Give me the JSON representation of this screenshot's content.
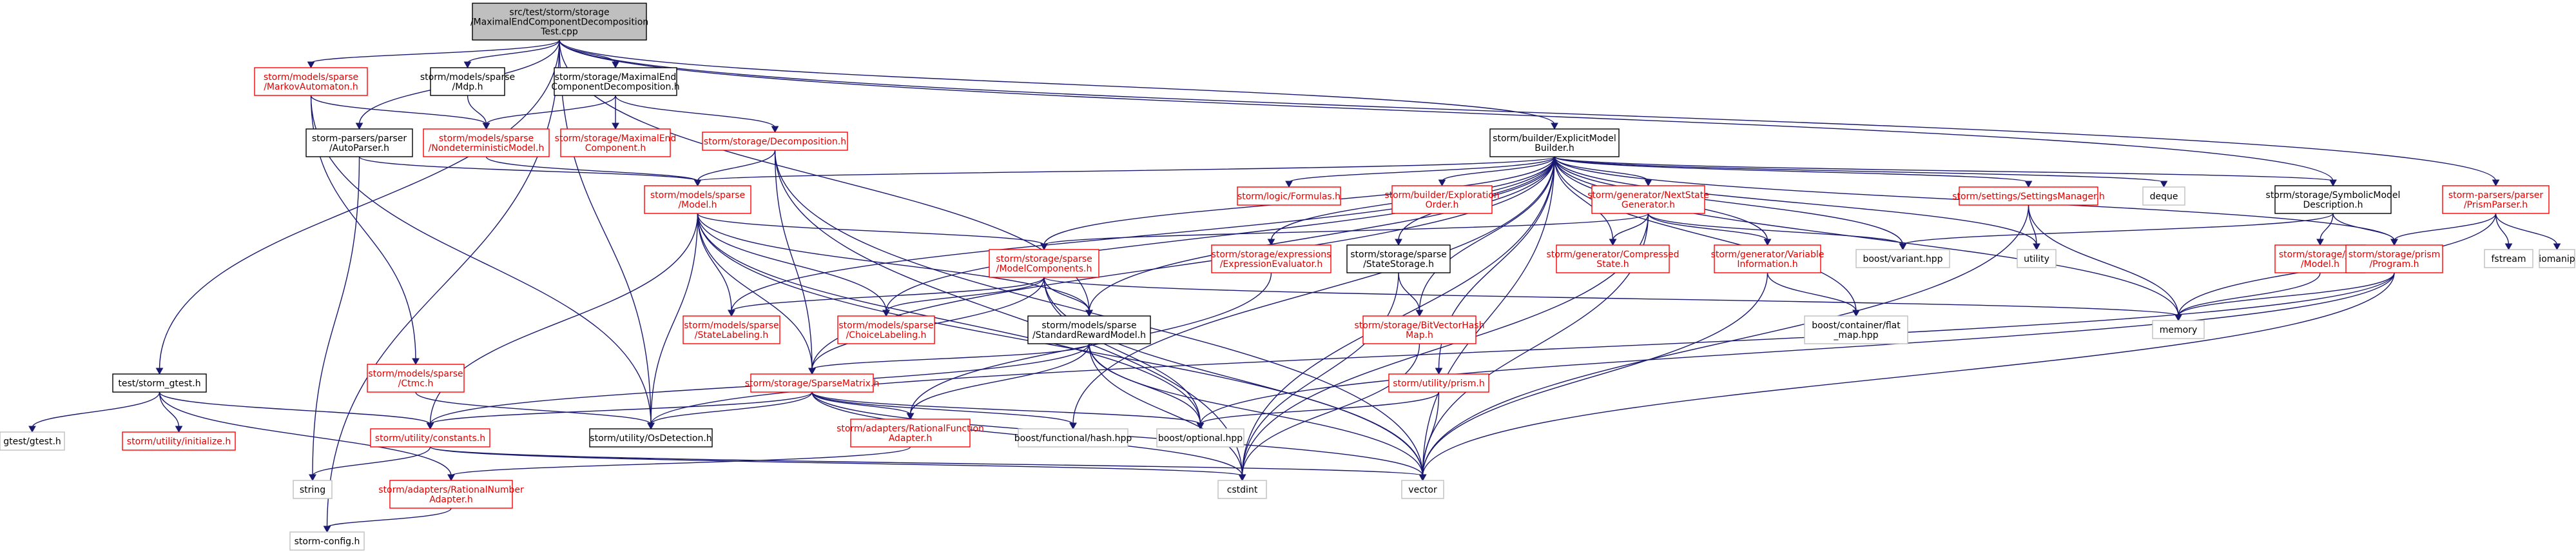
{
  "graph": {
    "nodes": [
      {
        "id": "root",
        "kind": "root",
        "lines": [
          "src/test/storm/storage",
          "/MaximalEndComponentDecomposition",
          "Test.cpp"
        ]
      },
      {
        "id": "markov",
        "kind": "partial",
        "lines": [
          "storm/models/sparse",
          "/MarkovAutomaton.h"
        ]
      },
      {
        "id": "mdp",
        "kind": "normal",
        "lines": [
          "storm/models/sparse",
          "/Mdp.h"
        ]
      },
      {
        "id": "mecdec",
        "kind": "normal",
        "lines": [
          "storm/storage/MaximalEnd",
          "ComponentDecomposition.h"
        ]
      },
      {
        "id": "autoparser",
        "kind": "normal",
        "lines": [
          "storm-parsers/parser",
          "/AutoParser.h"
        ]
      },
      {
        "id": "nondet",
        "kind": "partial",
        "lines": [
          "storm/models/sparse",
          "/NondeterministicModel.h"
        ]
      },
      {
        "id": "mecomp",
        "kind": "partial",
        "lines": [
          "storm/storage/MaximalEnd",
          "Component.h"
        ]
      },
      {
        "id": "decomp",
        "kind": "partial",
        "lines": [
          "storm/storage/Decomposition.h"
        ]
      },
      {
        "id": "model",
        "kind": "partial",
        "lines": [
          "storm/models/sparse",
          "/Model.h"
        ]
      },
      {
        "id": "builder",
        "kind": "normal",
        "lines": [
          "storm/builder/ExplicitModel",
          "Builder.h"
        ]
      },
      {
        "id": "formulas",
        "kind": "partial",
        "lines": [
          "storm/logic/Formulas.h"
        ]
      },
      {
        "id": "exporder",
        "kind": "partial",
        "lines": [
          "storm/builder/Exploration",
          "Order.h"
        ]
      },
      {
        "id": "nextstate",
        "kind": "partial",
        "lines": [
          "storm/generator/NextState",
          "Generator.h"
        ]
      },
      {
        "id": "settingsmgr",
        "kind": "partial",
        "lines": [
          "storm/settings/SettingsManager.h"
        ]
      },
      {
        "id": "deque",
        "kind": "missing",
        "lines": [
          "deque"
        ]
      },
      {
        "id": "symdesc",
        "kind": "normal",
        "lines": [
          "storm/storage/SymbolicModel",
          "Description.h"
        ]
      },
      {
        "id": "prismparser",
        "kind": "partial",
        "lines": [
          "storm-parsers/parser",
          "/PrismParser.h"
        ]
      },
      {
        "id": "modelcomp",
        "kind": "partial",
        "lines": [
          "storm/storage/sparse",
          "/ModelComponents.h"
        ]
      },
      {
        "id": "exprevalu",
        "kind": "partial",
        "lines": [
          "storm/storage/expressions",
          "/ExpressionEvaluator.h"
        ]
      },
      {
        "id": "statestorage",
        "kind": "normal",
        "lines": [
          "storm/storage/sparse",
          "/StateStorage.h"
        ]
      },
      {
        "id": "compressed",
        "kind": "partial",
        "lines": [
          "storm/generator/Compressed",
          "State.h"
        ]
      },
      {
        "id": "varinfo",
        "kind": "partial",
        "lines": [
          "storm/generator/Variable",
          "Information.h"
        ]
      },
      {
        "id": "variant",
        "kind": "missing",
        "lines": [
          "boost/variant.hpp"
        ]
      },
      {
        "id": "utility",
        "kind": "missing",
        "lines": [
          "utility"
        ]
      },
      {
        "id": "jani",
        "kind": "partial",
        "lines": [
          "storm/storage/jani",
          "/Model.h"
        ]
      },
      {
        "id": "prismprogram",
        "kind": "partial",
        "lines": [
          "storm/storage/prism",
          "/Program.h"
        ]
      },
      {
        "id": "fstream",
        "kind": "missing",
        "lines": [
          "fstream"
        ]
      },
      {
        "id": "iomanip",
        "kind": "missing",
        "lines": [
          "iomanip"
        ]
      },
      {
        "id": "statelab",
        "kind": "partial",
        "lines": [
          "storm/models/sparse",
          "/StateLabeling.h"
        ]
      },
      {
        "id": "choicelab",
        "kind": "partial",
        "lines": [
          "storm/models/sparse",
          "/ChoiceLabeling.h"
        ]
      },
      {
        "id": "stdreward",
        "kind": "normal",
        "lines": [
          "storm/models/sparse",
          "/StandardRewardModel.h"
        ]
      },
      {
        "id": "bvhashmap",
        "kind": "partial",
        "lines": [
          "storm/storage/BitVectorHash",
          "Map.h"
        ]
      },
      {
        "id": "flatmap",
        "kind": "missing",
        "lines": [
          "boost/container/flat",
          "_map.hpp"
        ]
      },
      {
        "id": "memory",
        "kind": "missing",
        "lines": [
          "memory"
        ]
      },
      {
        "id": "gtest",
        "kind": "normal",
        "lines": [
          "test/storm_gtest.h"
        ]
      },
      {
        "id": "gtestgtest",
        "kind": "missing",
        "lines": [
          "gtest/gtest.h"
        ]
      },
      {
        "id": "initialize",
        "kind": "partial",
        "lines": [
          "storm/utility/initialize.h"
        ]
      },
      {
        "id": "ctmc",
        "kind": "partial",
        "lines": [
          "storm/models/sparse",
          "/Ctmc.h"
        ]
      },
      {
        "id": "sparsematrix",
        "kind": "partial",
        "lines": [
          "storm/storage/SparseMatrix.h"
        ]
      },
      {
        "id": "utilprism",
        "kind": "partial",
        "lines": [
          "storm/utility/prism.h"
        ]
      },
      {
        "id": "constants",
        "kind": "partial",
        "lines": [
          "storm/utility/constants.h"
        ]
      },
      {
        "id": "osdetect",
        "kind": "normal",
        "lines": [
          "storm/utility/OsDetection.h"
        ]
      },
      {
        "id": "funchash",
        "kind": "missing",
        "lines": [
          "boost/functional/hash.hpp"
        ]
      },
      {
        "id": "optional",
        "kind": "missing",
        "lines": [
          "boost/optional.hpp"
        ]
      },
      {
        "id": "ratfunc",
        "kind": "partial",
        "lines": [
          "storm/adapters/RationalFunction",
          "Adapter.h"
        ]
      },
      {
        "id": "string",
        "kind": "missing",
        "lines": [
          "string"
        ]
      },
      {
        "id": "ratnum",
        "kind": "partial",
        "lines": [
          "storm/adapters/RationalNumber",
          "Adapter.h"
        ]
      },
      {
        "id": "cstdint",
        "kind": "missing",
        "lines": [
          "cstdint"
        ]
      },
      {
        "id": "vector",
        "kind": "missing",
        "lines": [
          "vector"
        ]
      },
      {
        "id": "stormconfig",
        "kind": "missing",
        "lines": [
          "storm-config.h"
        ]
      }
    ],
    "edges": [
      [
        "root",
        "markov"
      ],
      [
        "root",
        "mdp"
      ],
      [
        "root",
        "mecdec"
      ],
      [
        "root",
        "autoparser"
      ],
      [
        "root",
        "builder"
      ],
      [
        "root",
        "prismparser"
      ],
      [
        "root",
        "gtest"
      ],
      [
        "root",
        "symdesc"
      ],
      [
        "root",
        "stdreward"
      ],
      [
        "root",
        "osdetect"
      ],
      [
        "root",
        "stormconfig"
      ],
      [
        "markov",
        "nondet"
      ],
      [
        "markov",
        "ctmc"
      ],
      [
        "markov",
        "osdetect"
      ],
      [
        "mdp",
        "nondet"
      ],
      [
        "mecdec",
        "nondet"
      ],
      [
        "mecdec",
        "mecomp"
      ],
      [
        "mecdec",
        "decomp"
      ],
      [
        "autoparser",
        "model"
      ],
      [
        "autoparser",
        "string"
      ],
      [
        "nondet",
        "model"
      ],
      [
        "decomp",
        "model"
      ],
      [
        "decomp",
        "sparsematrix"
      ],
      [
        "decomp",
        "vector"
      ],
      [
        "decomp",
        "cstdint"
      ],
      [
        "model",
        "modelcomp"
      ],
      [
        "model",
        "statelab"
      ],
      [
        "model",
        "choicelab"
      ],
      [
        "model",
        "stdreward"
      ],
      [
        "model",
        "sparsematrix"
      ],
      [
        "model",
        "osdetect"
      ],
      [
        "model",
        "optional"
      ],
      [
        "model",
        "vector"
      ],
      [
        "model",
        "constants"
      ],
      [
        "builder",
        "model"
      ],
      [
        "builder",
        "formulas"
      ],
      [
        "builder",
        "exporder"
      ],
      [
        "builder",
        "nextstate"
      ],
      [
        "builder",
        "settingsmgr"
      ],
      [
        "builder",
        "deque"
      ],
      [
        "builder",
        "symdesc"
      ],
      [
        "builder",
        "prismprogram"
      ],
      [
        "builder",
        "modelcomp"
      ],
      [
        "builder",
        "exprevalu"
      ],
      [
        "builder",
        "statestorage"
      ],
      [
        "builder",
        "compressed"
      ],
      [
        "builder",
        "varinfo"
      ],
      [
        "builder",
        "variant"
      ],
      [
        "builder",
        "utility"
      ],
      [
        "builder",
        "statelab"
      ],
      [
        "builder",
        "choicelab"
      ],
      [
        "builder",
        "stdreward"
      ],
      [
        "builder",
        "sparsematrix"
      ],
      [
        "builder",
        "bvhashmap"
      ],
      [
        "builder",
        "flatmap"
      ],
      [
        "builder",
        "memory"
      ],
      [
        "builder",
        "utilprism"
      ],
      [
        "builder",
        "cstdint"
      ],
      [
        "builder",
        "vector"
      ],
      [
        "builder",
        "funchash"
      ],
      [
        "nextstate",
        "compressed"
      ],
      [
        "nextstate",
        "varinfo"
      ],
      [
        "nextstate",
        "variant"
      ],
      [
        "nextstate",
        "modelcomp"
      ],
      [
        "nextstate",
        "vector"
      ],
      [
        "nextstate",
        "cstdint"
      ],
      [
        "settingsmgr",
        "utility"
      ],
      [
        "settingsmgr",
        "memory"
      ],
      [
        "settingsmgr",
        "vector"
      ],
      [
        "symdesc",
        "prismprogram"
      ],
      [
        "symdesc",
        "jani"
      ],
      [
        "symdesc",
        "variant"
      ],
      [
        "prismparser",
        "prismprogram"
      ],
      [
        "prismparser",
        "fstream"
      ],
      [
        "prismparser",
        "iomanip"
      ],
      [
        "prismparser",
        "memory"
      ],
      [
        "modelcomp",
        "statelab"
      ],
      [
        "modelcomp",
        "choicelab"
      ],
      [
        "modelcomp",
        "stdreward"
      ],
      [
        "modelcomp",
        "sparsematrix"
      ],
      [
        "modelcomp",
        "optional"
      ],
      [
        "modelcomp",
        "memory"
      ],
      [
        "modelcomp",
        "vector"
      ],
      [
        "exprevalu",
        "ratfunc"
      ],
      [
        "statestorage",
        "bvhashmap"
      ],
      [
        "statestorage",
        "cstdint"
      ],
      [
        "varinfo",
        "flatmap"
      ],
      [
        "varinfo",
        "vector"
      ],
      [
        "jani",
        "memory"
      ],
      [
        "prismprogram",
        "memory"
      ],
      [
        "prismprogram",
        "vector"
      ],
      [
        "prismprogram",
        "optional"
      ],
      [
        "prismprogram",
        "osdetect"
      ],
      [
        "stdreward",
        "sparsematrix"
      ],
      [
        "stdreward",
        "ratfunc"
      ],
      [
        "stdreward",
        "optional"
      ],
      [
        "stdreward",
        "vector"
      ],
      [
        "stdreward",
        "constants"
      ],
      [
        "stdreward",
        "cstdint"
      ],
      [
        "bvhashmap",
        "cstdint"
      ],
      [
        "gtest",
        "gtestgtest"
      ],
      [
        "gtest",
        "initialize"
      ],
      [
        "gtest",
        "constants"
      ],
      [
        "gtest",
        "ratnum"
      ],
      [
        "ctmc",
        "osdetect"
      ],
      [
        "sparsematrix",
        "constants"
      ],
      [
        "sparsematrix",
        "osdetect"
      ],
      [
        "sparsematrix",
        "funchash"
      ],
      [
        "sparsematrix",
        "optional"
      ],
      [
        "sparsematrix",
        "ratfunc"
      ],
      [
        "sparsematrix",
        "vector"
      ],
      [
        "sparsematrix",
        "cstdint"
      ],
      [
        "utilprism",
        "optional"
      ],
      [
        "utilprism",
        "vector"
      ],
      [
        "constants",
        "string"
      ],
      [
        "constants",
        "vector"
      ],
      [
        "constants",
        "cstdint"
      ],
      [
        "ratfunc",
        "ratnum"
      ],
      [
        "ratnum",
        "stormconfig"
      ]
    ]
  }
}
